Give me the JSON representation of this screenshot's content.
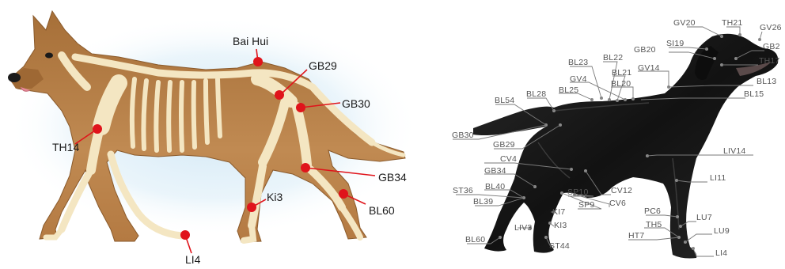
{
  "left_panel": {
    "points": [
      {
        "id": "bai-hui",
        "label": "Bai Hui"
      },
      {
        "id": "gb29",
        "label": "GB29"
      },
      {
        "id": "gb30",
        "label": "GB30"
      },
      {
        "id": "th14",
        "label": "TH14"
      },
      {
        "id": "gb34",
        "label": "GB34"
      },
      {
        "id": "ki3",
        "label": "Ki3"
      },
      {
        "id": "bl60",
        "label": "BL60"
      },
      {
        "id": "li4",
        "label": "LI4"
      }
    ]
  },
  "right_panel": {
    "labels": [
      {
        "id": "gv20",
        "label": "GV20"
      },
      {
        "id": "th21",
        "label": "TH21"
      },
      {
        "id": "gv26",
        "label": "GV26"
      },
      {
        "id": "si19",
        "label": "SI19"
      },
      {
        "id": "gb20",
        "label": "GB20"
      },
      {
        "id": "gb2",
        "label": "GB2"
      },
      {
        "id": "th17",
        "label": "TH17"
      },
      {
        "id": "bl23",
        "label": "BL23"
      },
      {
        "id": "bl22",
        "label": "BL22"
      },
      {
        "id": "gv14",
        "label": "GV14"
      },
      {
        "id": "bl21",
        "label": "BL21"
      },
      {
        "id": "gv4",
        "label": "GV4"
      },
      {
        "id": "bl20",
        "label": "BL20"
      },
      {
        "id": "bl13",
        "label": "BL13"
      },
      {
        "id": "bl25",
        "label": "BL25"
      },
      {
        "id": "bl28",
        "label": "BL28"
      },
      {
        "id": "bl15",
        "label": "BL15"
      },
      {
        "id": "bl54",
        "label": "BL54"
      },
      {
        "id": "gb30",
        "label": "GB30"
      },
      {
        "id": "gb29",
        "label": "GB29"
      },
      {
        "id": "liv14",
        "label": "LIV14"
      },
      {
        "id": "cv4",
        "label": "CV4"
      },
      {
        "id": "gb34",
        "label": "GB34"
      },
      {
        "id": "li11",
        "label": "LI11"
      },
      {
        "id": "bl40",
        "label": "BL40"
      },
      {
        "id": "st36",
        "label": "ST36"
      },
      {
        "id": "sp10",
        "label": "SP10"
      },
      {
        "id": "cv12",
        "label": "CV12"
      },
      {
        "id": "bl39",
        "label": "BL39"
      },
      {
        "id": "sp9",
        "label": "SP9"
      },
      {
        "id": "cv6",
        "label": "CV6"
      },
      {
        "id": "ki7",
        "label": "KI7"
      },
      {
        "id": "pc6",
        "label": "PC6"
      },
      {
        "id": "lu7",
        "label": "LU7"
      },
      {
        "id": "ki3",
        "label": "KI3"
      },
      {
        "id": "liv3",
        "label": "LIV3"
      },
      {
        "id": "th5",
        "label": "TH5"
      },
      {
        "id": "lu9",
        "label": "LU9"
      },
      {
        "id": "bl60",
        "label": "BL60"
      },
      {
        "id": "ht7",
        "label": "HT7"
      },
      {
        "id": "st44",
        "label": "ST44"
      },
      {
        "id": "li4",
        "label": "LI4"
      }
    ]
  },
  "colors": {
    "point_red": "#e0141b",
    "dog_tan": "#b9824a",
    "bone": "#f4e6c2",
    "halo_blue": "#cfe6f5",
    "black_dog": "#1b1b1b",
    "label_gray": "#555555"
  }
}
